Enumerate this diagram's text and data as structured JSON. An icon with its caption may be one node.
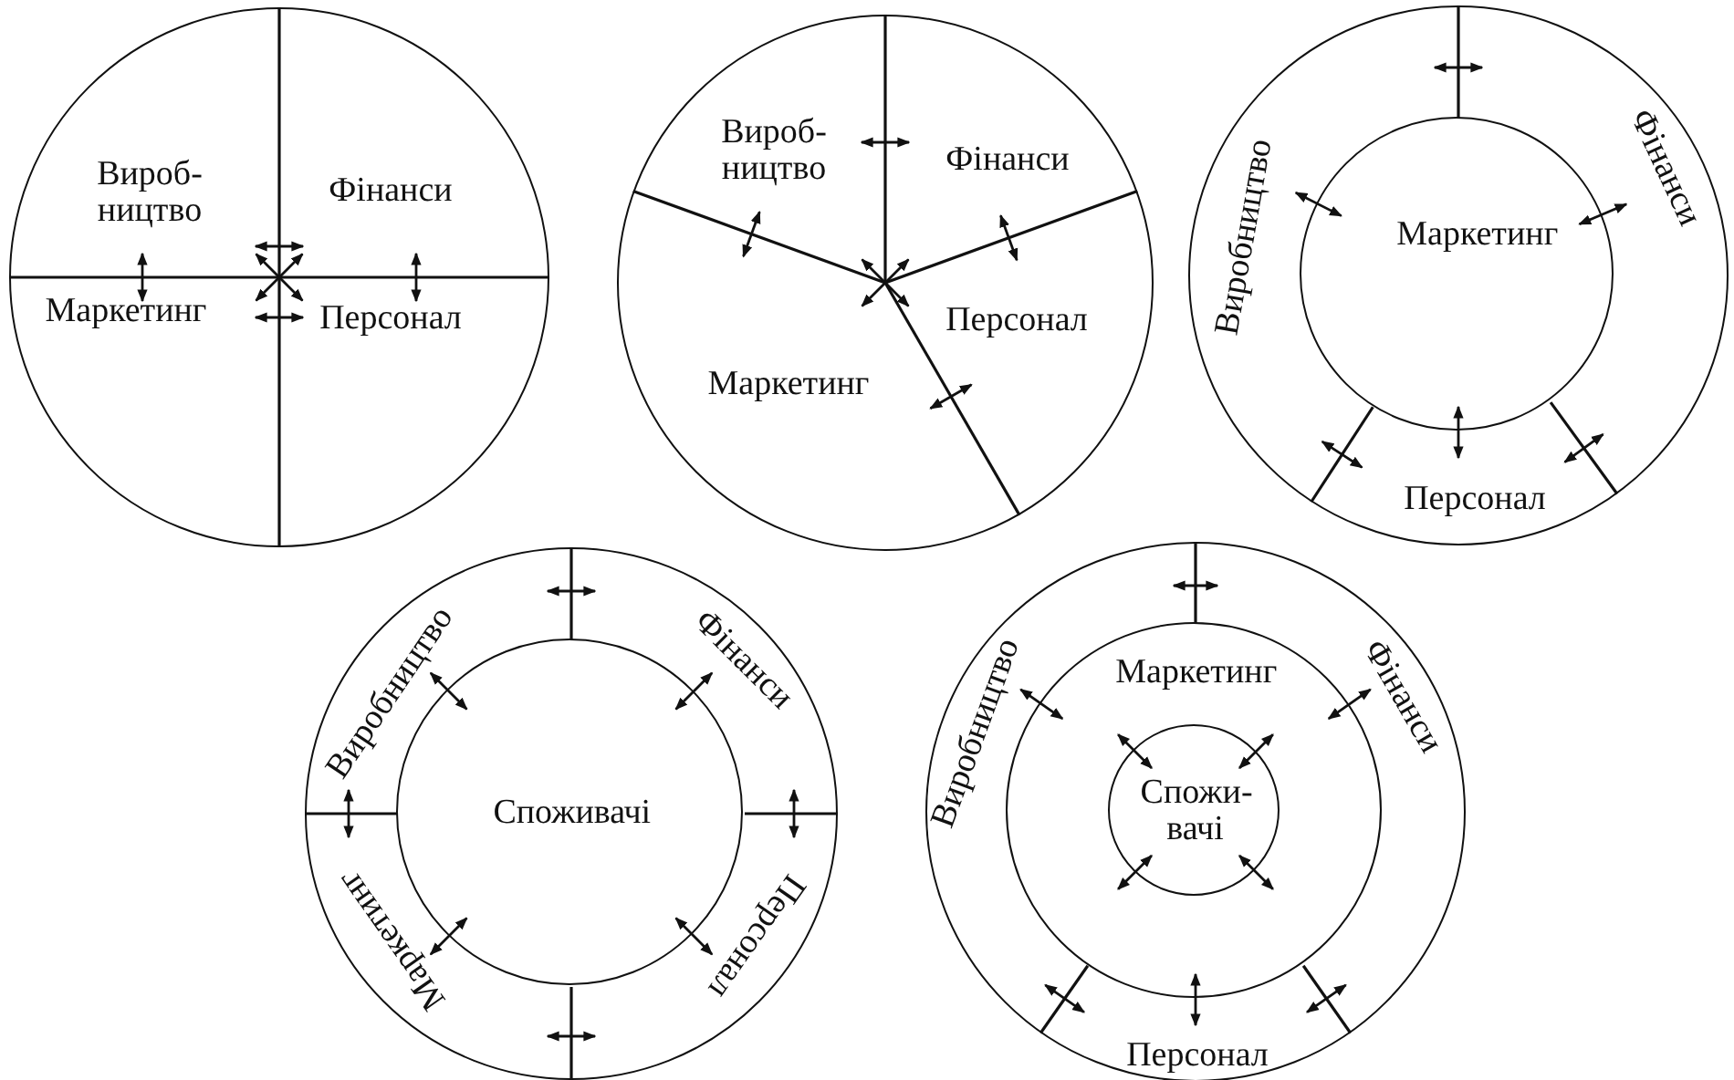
{
  "diagram": {
    "nodes": [
      {
        "text": [
          "Вироб- ництво",
          "Фінанси",
          "Маркетинг",
          "Персонал"
        ]
      },
      {
        "text": [
          "Вироб- ництво",
          "Фінанси",
          "Персонал",
          "Маркетинг"
        ]
      },
      {
        "text": [
          "Виробництво",
          "Фінанси",
          "Персонал"
        ]
      },
      {
        "text": [
          "Маркетинг"
        ],
        "in": 2
      },
      {
        "text": [
          "Виробництво",
          "Фінанси",
          "Персонал",
          "Маркетинг"
        ]
      },
      {
        "text": [
          "Споживачі"
        ],
        "in": 4
      },
      {
        "text": [
          "Виробництво",
          "Фінанси",
          "Персонал"
        ]
      },
      {
        "text": [
          "Маркетинг"
        ],
        "in": 6
      },
      {
        "text": [
          "Спожи- вачі"
        ],
        "in": 7
      }
    ]
  }
}
